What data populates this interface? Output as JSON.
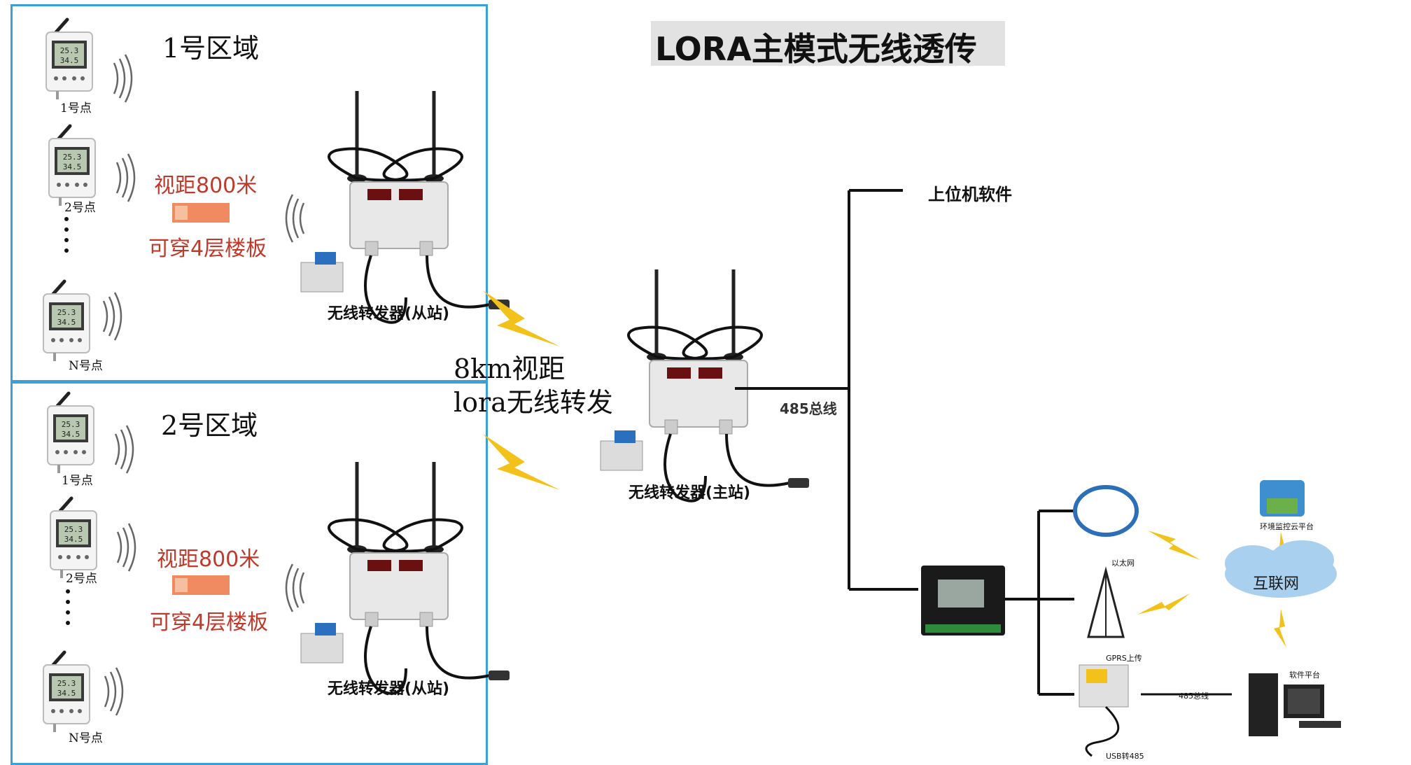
{
  "title": "LORA主模式无线透传",
  "zones": [
    {
      "name": "1号区域",
      "nodes": [
        "1号点",
        "2号点",
        "N号点"
      ],
      "range_text": "视距800米",
      "floor_text": "可穿4层楼板",
      "repeater_label": "无线转发器(从站)"
    },
    {
      "name": "2号区域",
      "nodes": [
        "1号点",
        "2号点",
        "N号点"
      ],
      "range_text": "视距800米",
      "floor_text": "可穿4层楼板",
      "repeater_label": "无线转发器(从站)"
    }
  ],
  "link_text_1": "8km视距",
  "link_text_2": "lora无线转发",
  "master_label": "无线转发器(主站)",
  "bus_label": "485总线",
  "pc_software_label": "上位机软件",
  "network": {
    "ethernet": "以太网",
    "gprs": "GPRS上传",
    "usb485": "USB转485",
    "cloud": "互联网",
    "cloud_platform": "环境监控云平台",
    "software_platform": "软件平台",
    "bus_small": "485总线"
  },
  "colors": {
    "zone_border": "#3aa0d8",
    "red_text": "#c0392b",
    "bolt": "#f2c21b",
    "cloud": "#a9d0ee"
  }
}
